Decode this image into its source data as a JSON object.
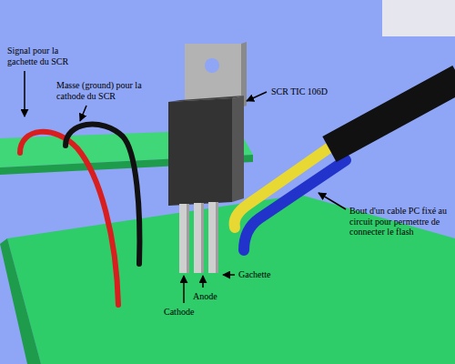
{
  "diagram": {
    "labels": [
      "Signal pour la gachette du SCR",
      "Masse (ground) pour la cathode du SCR",
      "SCR TIC 106D",
      "Bout d'un cable PC fixé au circuit pour permettre de connecter le flash",
      "Cathode",
      "Anode",
      "Gachette"
    ]
  }
}
